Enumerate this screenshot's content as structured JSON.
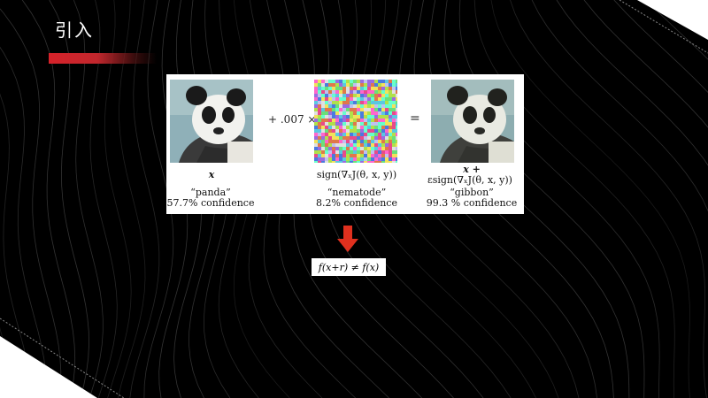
{
  "slide": {
    "title": "引入"
  },
  "figure": {
    "operator_plus": "+ .007 ×",
    "operator_equals": "=",
    "col1": {
      "math_label": "x",
      "class_label": "“panda”",
      "confidence": "57.7% confidence"
    },
    "col2": {
      "math_label": "sign(∇ₓJ(θ, x, y))",
      "class_label": "“nematode”",
      "confidence": "8.2% confidence"
    },
    "col3": {
      "math_label_line1": "x +",
      "math_label_line2": "εsign(∇ₓJ(θ, x, y))",
      "class_label": "“gibbon”",
      "confidence": "99.3 % confidence"
    }
  },
  "formula": {
    "text": "f(x+r) ≠ f(x)"
  },
  "colors": {
    "background": "#000000",
    "accent_red": "#c1272d",
    "arrow_red": "#e0301e"
  }
}
